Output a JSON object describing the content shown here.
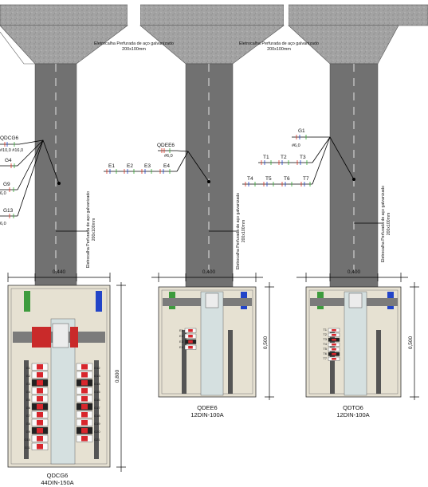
{
  "tray_labels": {
    "top_left": {
      "line1": "Eletrocalha Perfurada de aço galvanizado",
      "line2": "200x100mm"
    },
    "top_right": {
      "line1": "Eletrocalha Perfurada de aço galvanizado",
      "line2": "200x100mm"
    },
    "vert_1": {
      "line1": "Eletrocalha Perfurada de aço galvanizado",
      "line2": "200x100mm"
    },
    "vert_2": {
      "line1": "Eletrocalha Perfurada de aço galvanizado",
      "line2": "200x100mm"
    },
    "vert_3": {
      "line1": "Eletrocalha Perfurada de aço galvanizado",
      "line2": "200x100mm"
    }
  },
  "dimensions": {
    "width_1": "0,440",
    "width_2": "0,400",
    "width_3": "0,400",
    "height_1": "0,800",
    "height_2": "0,500",
    "height_3": "0,500"
  },
  "panels": [
    {
      "name": "QDCG6",
      "spec": "44DIN-150A"
    },
    {
      "name": "QDEE6",
      "spec": "12DIN-100A"
    },
    {
      "name": "QDTO6",
      "spec": "12DIN-100A"
    }
  ],
  "circuits_left": {
    "header": "QDCG6",
    "header_wire": "#10,0 #16,0",
    "items": [
      {
        "label": "G4",
        "wire": ""
      },
      {
        "label": "G9",
        "wire": "6,0"
      },
      {
        "label": "G13",
        "wire": "6,0"
      }
    ]
  },
  "circuits_middle": {
    "header": "QDEE6",
    "header_wire": "#6,0",
    "items": [
      "E1",
      "E2",
      "E3",
      "E4"
    ]
  },
  "circuits_right": {
    "header": "G1",
    "header_wire": "#6,0",
    "row1": [
      "T1",
      "T2",
      "T3"
    ],
    "row2": [
      "T4",
      "T5",
      "T6",
      "T7"
    ]
  },
  "breaker_labels": {
    "qdcg_left": [
      "G1",
      "G2",
      "G3",
      "G4",
      "G5",
      "G6",
      "G7",
      "G8",
      "G9",
      "G10",
      "G11"
    ],
    "qdcg_right": [
      "G12",
      "G13",
      "G14",
      "G15",
      "G16",
      "G17",
      "G18",
      "G19",
      "G20",
      "G21"
    ],
    "qdee": [
      "E1",
      "E2",
      "E3",
      "E4"
    ],
    "qdto": [
      "T1",
      "T2",
      "T3",
      "T4",
      "T5",
      "T6",
      "T7"
    ]
  },
  "colors": {
    "concrete": "#9c9c9c",
    "column": "#6f6f6f",
    "panel_bg": "#e9e4d6",
    "green_bar": "#3d9b3d",
    "blue_bar": "#2244c8",
    "breaker_red": "#d8262c"
  }
}
